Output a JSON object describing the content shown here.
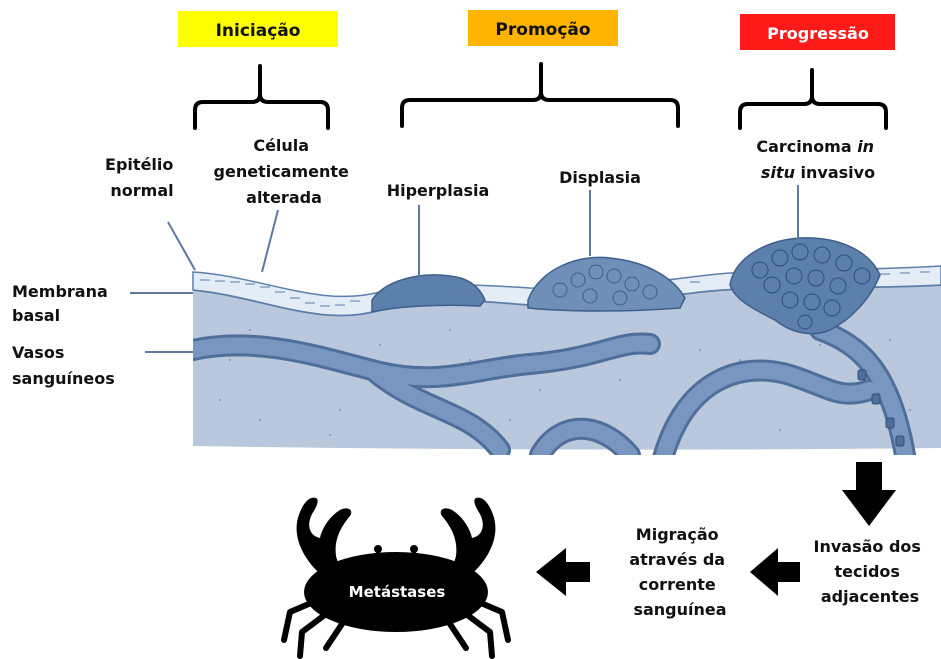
{
  "stages": {
    "iniciacao": "Iniciação",
    "promocao": "Promoção",
    "progressao": "Progressão"
  },
  "stage_colors": {
    "iniciacao": "#ffff00",
    "promocao": "#ffb400",
    "progressao": "#ff1a1a",
    "progressao_text": "#ffffff"
  },
  "labels": {
    "epitelio_1": "Epitélio",
    "epitelio_2": "normal",
    "celula_1": "Célula",
    "celula_2": "geneticamente",
    "celula_3": "alterada",
    "hiperplasia": "Hiperplasia",
    "displasia": "Displasia",
    "carcinoma_1": "Carcinoma",
    "carcinoma_in": "in",
    "carcinoma_situ": "situ",
    "carcinoma_invasivo": " invasivo",
    "membrana_1": "Membrana",
    "membrana_2": "basal",
    "vasos_1": "Vasos",
    "vasos_2": "sanguíneos",
    "invasao_1": "Invasão dos",
    "invasao_2": "tecidos",
    "invasao_3": "adjacentes",
    "migracao_1": "Migração",
    "migracao_2": "através da",
    "migracao_3": "corrente",
    "migracao_4": "sanguínea",
    "metastases": "Metástases"
  },
  "icons": {
    "crab": "crab-icon",
    "arrow_down": "arrow-down-icon",
    "arrow_left": "arrow-left-icon"
  },
  "colors": {
    "tissue": "#b9c8dd",
    "vessel": "#6f8fb8",
    "cells": "#5d7fab",
    "epithelium": "#e4ecf6"
  }
}
